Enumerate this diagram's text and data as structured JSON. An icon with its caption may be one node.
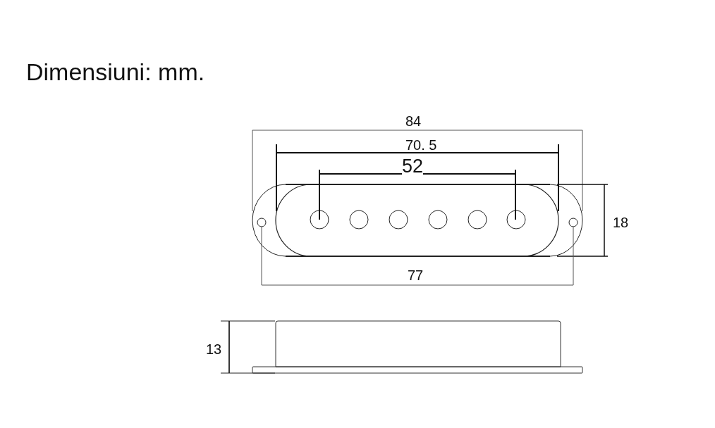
{
  "diagram": {
    "title": "Dimensiuni: mm.",
    "labels": [
      "84",
      "70. 5",
      "52",
      "18",
      "77",
      "13"
    ]
  }
}
